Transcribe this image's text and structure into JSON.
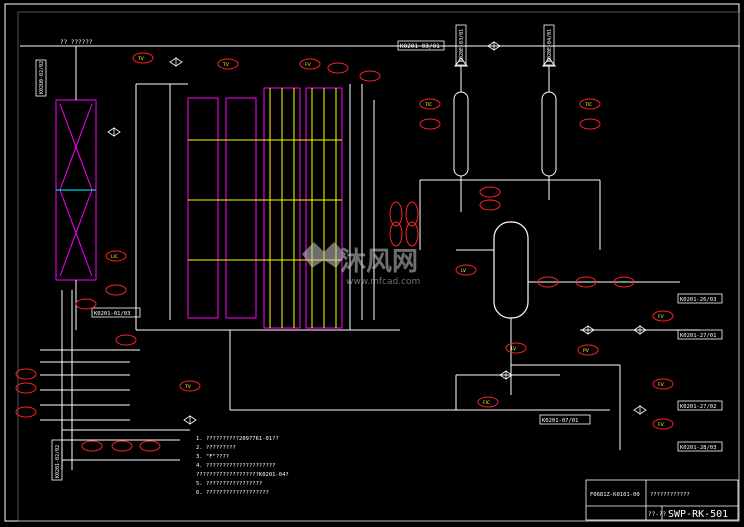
{
  "drawing": {
    "drawing_number": "SWP-RK-501",
    "title_block_cell": "??-??",
    "title_side_text": "????????????",
    "left_code": "F0681Z-K0101-00"
  },
  "watermark": {
    "brand": "沐风网",
    "url": "www.mfcad.com"
  },
  "header_line_label": "?? ??????",
  "tags": {
    "top_left_box": "K02U0-02/02",
    "top_mid_box": "K0201-03/01",
    "top_right_box1": "K020E-03/01",
    "top_right_box2": "K020E-04/01",
    "left_box_vertical": "K0201-01/03",
    "left_mid_box": "K0201-01/03",
    "bottom_left_box": "K0201-02/02",
    "center_bottom_box": "K0201-07/01",
    "right_box1": "K0201-26/03",
    "right_box2": "K0201-27/01",
    "right_box3": "K0201-27/02",
    "right_box4": "K0201-28/03"
  },
  "instruments": {
    "tv": "TV",
    "fv": "FV",
    "lv": "LV",
    "pv": "PV",
    "tic": "TIC",
    "fic": "FIC",
    "lic": "LIC"
  },
  "notes": [
    "1. ??????????2097761-01??",
    "2. ?????????",
    "3. \"F\"????",
    "4. ?????????????????????",
    "   ???????????????????K0201-04?",
    "5. ?????????????????",
    "6. ???????????????????"
  ],
  "colors": {
    "background": "#000000",
    "line": "#ffffff",
    "equipment": "#ff00ff",
    "instrument": "#ff2020",
    "label": "#ffff00",
    "green": "#00ff00"
  }
}
